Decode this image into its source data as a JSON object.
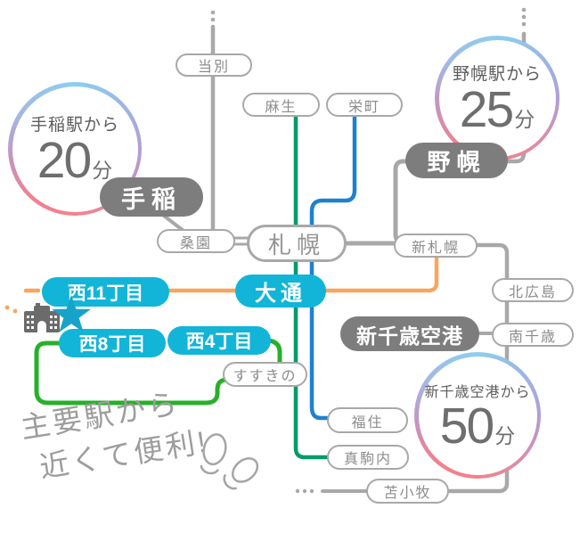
{
  "map": {
    "stations": {
      "tobetsu": "当別",
      "asabu": "麻生",
      "sakaemachi": "栄町",
      "soen": "桑園",
      "sapporo": "札幌",
      "shin_sapporo": "新札幌",
      "kitahiroshima": "北広島",
      "minami_chitose": "南千歳",
      "susukino": "すすきの",
      "fukuzumi": "福住",
      "makomanai": "真駒内",
      "tomakomai": "苫小牧"
    },
    "highlighted_stations": {
      "teine": "手稲",
      "nopporo": "野幌",
      "new_chitose_airport": "新千歳空港"
    },
    "subway_stations": {
      "nishi11": "西11丁目",
      "odori": "大通",
      "nishi8": "西8丁目",
      "nishi4": "西4丁目"
    },
    "time_circles": {
      "teine": {
        "label": "手稲駅から",
        "minutes": "20",
        "unit": "分"
      },
      "nopporo": {
        "label": "野幌駅から",
        "minutes": "25",
        "unit": "分"
      },
      "airport": {
        "label": "新千歳空港から",
        "minutes": "50",
        "unit": "分"
      }
    },
    "caption": {
      "line1": "主要駅から",
      "line2": "近くて便利!"
    },
    "icons": {
      "building": "building-icon",
      "star": "star-icon",
      "footprints": "footprints-icon"
    },
    "colors": {
      "jr_gray": "#a8a8a8",
      "namboku_teal": "#009b6b",
      "toho_blue": "#1e81d0",
      "tozai_orange": "#f8a55f",
      "streetcar_green": "#27b02a",
      "subway_cyan": "#12b5d8",
      "badge_gray": "#7d7d7d",
      "ring_blue": "#8ccfee",
      "ring_purple": "#b49bd3",
      "ring_pink": "#f0818f"
    }
  }
}
